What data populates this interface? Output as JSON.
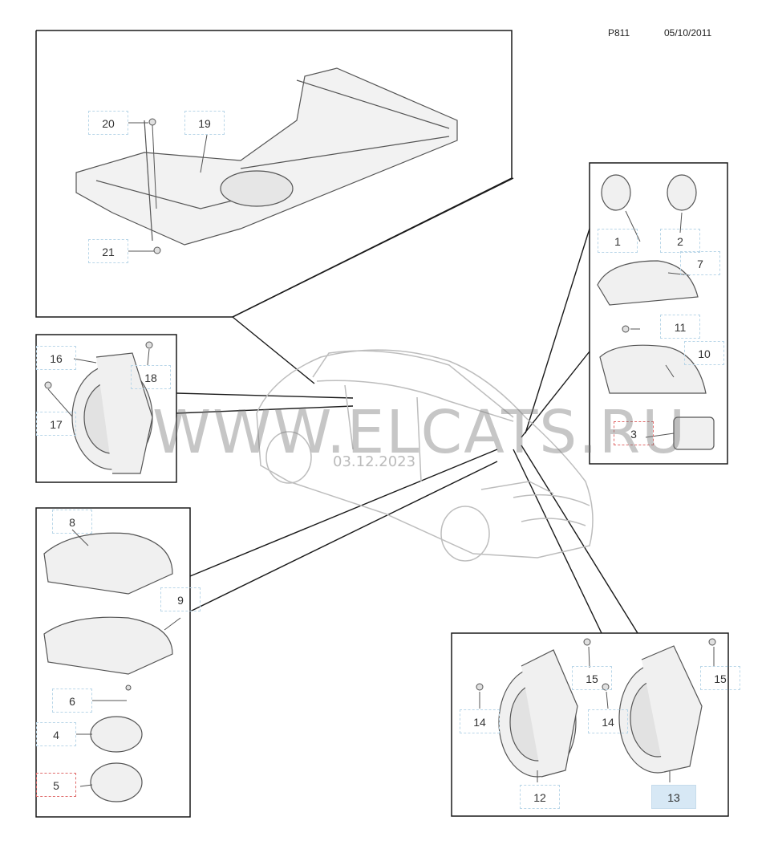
{
  "header": {
    "code": "P811",
    "date": "05/10/2011"
  },
  "watermark": {
    "text": "WWW.ELCATS.RU",
    "date": "03.12.2023"
  },
  "labels": {
    "l1": "1",
    "l2": "2",
    "l3": "3",
    "l4": "4",
    "l5": "5",
    "l6": "6",
    "l7": "7",
    "l8": "8",
    "l9": "9",
    "l10": "10",
    "l11": "11",
    "l12": "12",
    "l13": "13",
    "l14a": "14",
    "l14b": "14",
    "l15a": "15",
    "l15b": "15",
    "l16": "16",
    "l17": "17",
    "l18": "18",
    "l19": "19",
    "l20": "20",
    "l21": "21"
  },
  "colors": {
    "line": "#1a1a1a",
    "part": "#555555",
    "car": "#bdbdbd",
    "label_border": "#b9d6e8",
    "selected_red": "#e06a6a",
    "selected_blue_fill": "#d7e8f5"
  }
}
